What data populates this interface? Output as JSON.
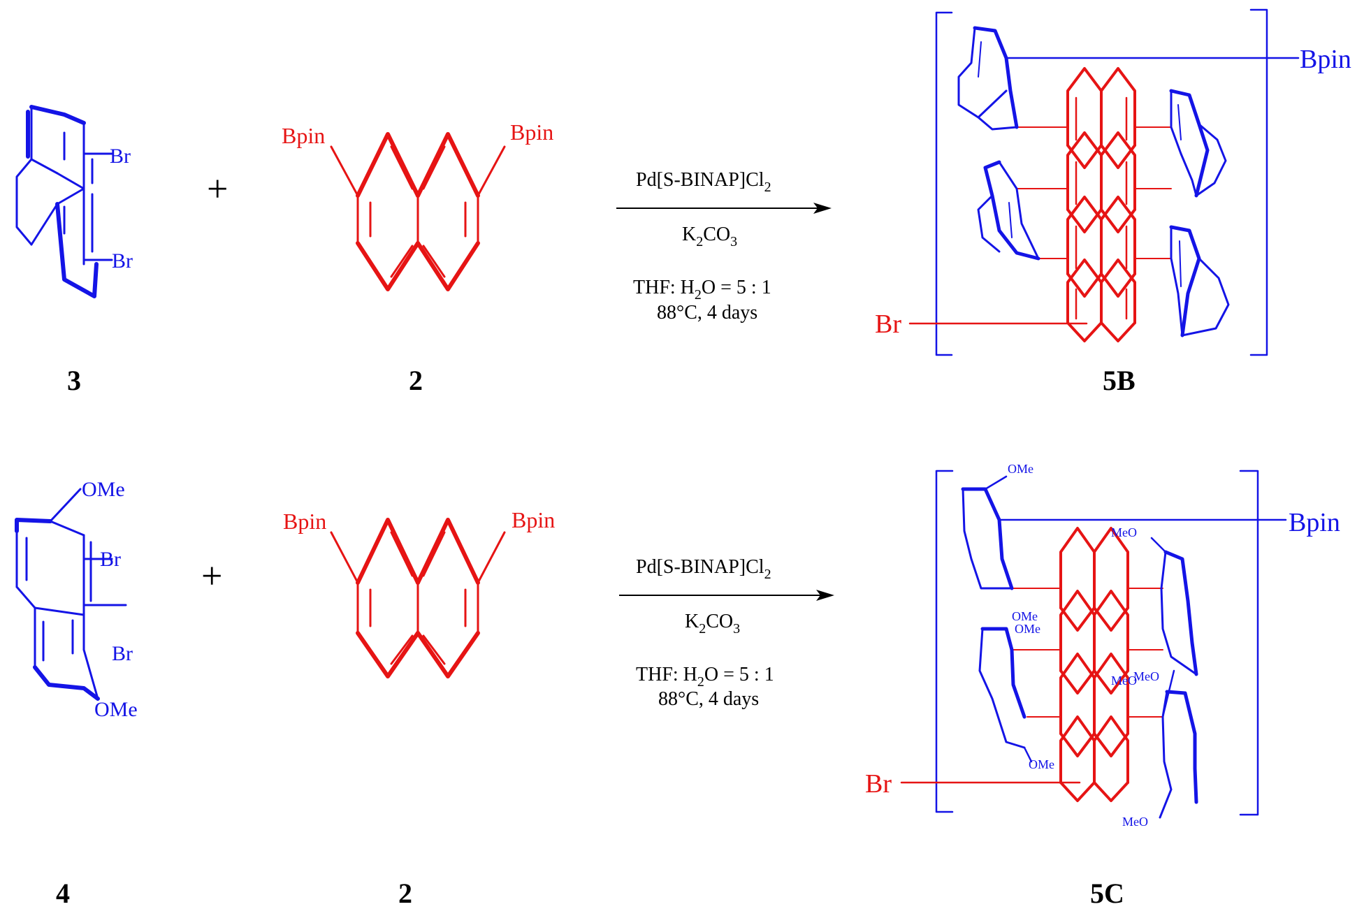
{
  "colors": {
    "blue": "#1414e6",
    "red": "#e61414",
    "black": "#000000"
  },
  "reaction1": {
    "reactant_a": {
      "id": "3",
      "sub_top": "Br",
      "sub_bottom": "Br"
    },
    "plus": "+",
    "reactant_b": {
      "id": "2",
      "sub_left": "Bpin",
      "sub_right": "Bpin"
    },
    "conditions": {
      "catalyst": "Pd[S-BINAP]Cl",
      "catalyst_sub": "2",
      "base_pre": "K",
      "base_sub1": "2",
      "base_mid": "CO",
      "base_sub2": "3",
      "solvent_pre": "THF: H",
      "solvent_sub": "2",
      "solvent_post": "O = 5 : 1",
      "temp_time": "88°C, 4 days"
    },
    "product": {
      "id": "5B",
      "end_right": "Bpin",
      "end_left": "Br"
    }
  },
  "reaction2": {
    "reactant_a": {
      "id": "4",
      "sub_1": "OMe",
      "sub_2": "Br",
      "sub_3": "Br",
      "sub_4": "OMe"
    },
    "plus": "+",
    "reactant_b": {
      "id": "2",
      "sub_left": "Bpin",
      "sub_right": "Bpin"
    },
    "conditions": {
      "catalyst": "Pd[S-BINAP]Cl",
      "catalyst_sub": "2",
      "base_pre": "K",
      "base_sub1": "2",
      "base_mid": "CO",
      "base_sub2": "3",
      "solvent_pre": "THF: H",
      "solvent_sub": "2",
      "solvent_post": "O = 5 : 1",
      "temp_time": "88°C, 4 days"
    },
    "product": {
      "id": "5C",
      "end_right": "Bpin",
      "end_left": "Br",
      "ome_labels": [
        "OMe",
        "MeO",
        "OMe",
        "OMe",
        "MeO",
        "MeO",
        "OMe",
        "MeO"
      ]
    }
  }
}
